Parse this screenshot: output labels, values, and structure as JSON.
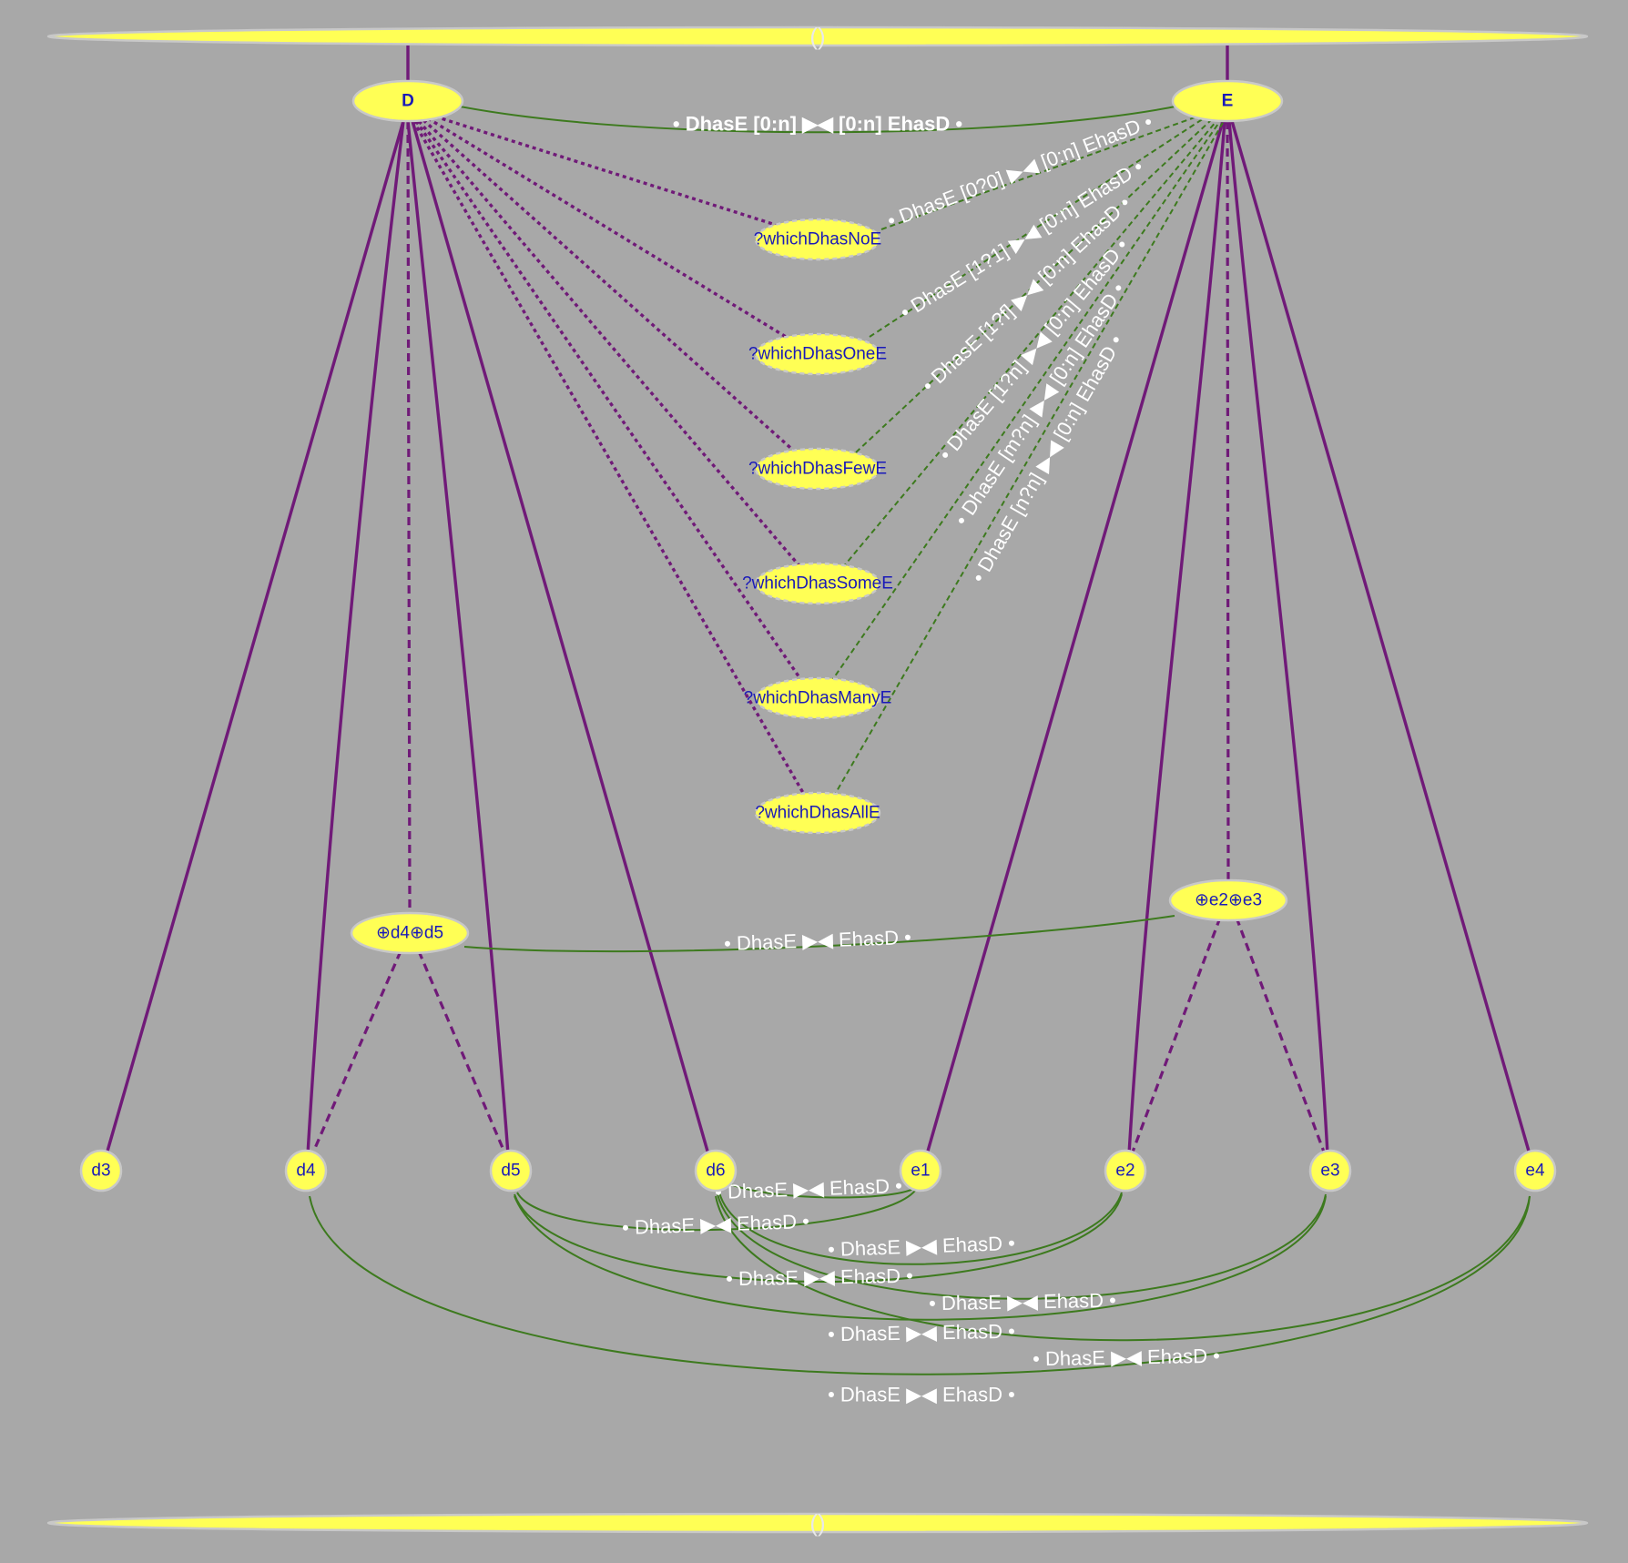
{
  "colors": {
    "background": "#a8a8a8",
    "node_fill": "#ffff55",
    "node_text": "#1a1ab8",
    "hierarchy_edge": "#701a78",
    "relation_edge": "#3d7a1e",
    "edge_label": "#ffffff"
  },
  "bands": {
    "top": "()",
    "bottom": "()"
  },
  "nodes": {
    "D": "D",
    "E": "E",
    "q_no": "?whichDhasNoE",
    "q_one": "?whichDhasOneE",
    "q_few": "?whichDhasFewE",
    "q_some": "?whichDhasSomeE",
    "q_many": "?whichDhasManyE",
    "q_all": "?whichDhasAllE",
    "union_d": "⊕d4⊕d5",
    "union_e": "⊕e2⊕e3",
    "d3": "d3",
    "d4": "d4",
    "d5": "d5",
    "d6": "d6",
    "e1": "e1",
    "e2": "e2",
    "e3": "e3",
    "e4": "e4"
  },
  "edge_labels": {
    "D_E": "• DhasE [0:n] ▶◀ [0:n] EhasD •",
    "no": "• DhasE [0?0] ▶◀ [0:n] EhasD •",
    "one": "• DhasE [1?1] ▶◀ [0:n] EhasD •",
    "few": "• DhasE [1?f] ▶◀ [0:n] EhasD •",
    "some": "• DhasE [1?n] ▶◀ [0:n] EhasD •",
    "many": "• DhasE [m?n] ▶◀ [0:n] EhasD •",
    "all": "• DhasE [n?n] ▶◀ [0:n] EhasD •",
    "unions": "• DhasE ▶◀ EhasD •",
    "d6_e1": "• DhasE ▶◀ EhasD •",
    "d5_e1": "• DhasE ▶◀ EhasD •",
    "d6_e2": "• DhasE ▶◀ EhasD •",
    "d5_e2": "• DhasE ▶◀ EhasD •",
    "d6_e3": "• DhasE ▶◀ EhasD •",
    "d5_e3": "• DhasE ▶◀ EhasD •",
    "d6_e4": "• DhasE ▶◀ EhasD •",
    "d4_e4": "• DhasE ▶◀ EhasD •"
  }
}
